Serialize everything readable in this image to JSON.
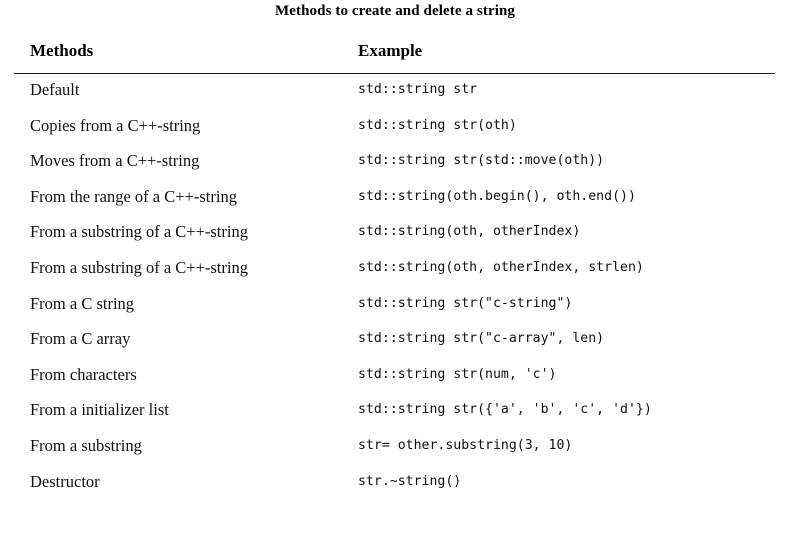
{
  "table": {
    "title": "Methods to create and delete a string",
    "columns": {
      "methods": "Methods",
      "example": "Example"
    },
    "rows": [
      {
        "method": "Default",
        "example": "std::string str"
      },
      {
        "method": "Copies from a C++-string",
        "example": "std::string str(oth)"
      },
      {
        "method": "Moves from a C++-string",
        "example": "std::string str(std::move(oth))"
      },
      {
        "method": "From the range of a C++-string",
        "example": "std::string(oth.begin(), oth.end())"
      },
      {
        "method": "From a substring of a C++-string",
        "example": "std::string(oth, otherIndex)"
      },
      {
        "method": "From a substring of a C++-string",
        "example": "std::string(oth, otherIndex, strlen)"
      },
      {
        "method": "From a C string",
        "example": "std::string str(\"c-string\")"
      },
      {
        "method": "From a C array",
        "example": "std::string str(\"c-array\", len)"
      },
      {
        "method": "From characters",
        "example": "std::string str(num, 'c')"
      },
      {
        "method": "From a initializer list",
        "example": "std::string str({'a', 'b', 'c', 'd'})"
      },
      {
        "method": "From a substring",
        "example": "str= other.substring(3, 10)"
      },
      {
        "method": "Destructor",
        "example": "str.∼string()"
      }
    ]
  },
  "colors": {
    "page_background": "#ffffff",
    "text": "#000000",
    "rule": "#1a1a1a"
  }
}
